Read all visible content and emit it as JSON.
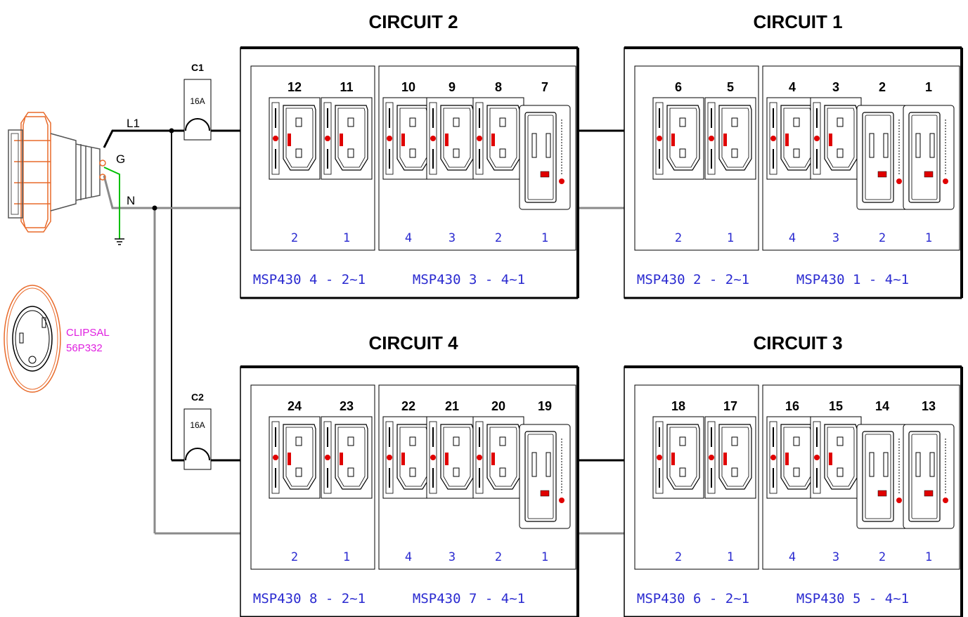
{
  "circuits": [
    {
      "title": "CIRCUIT 2",
      "groups": [
        {
          "label": "MSP430 4 - 2~1",
          "outlets": [
            {
              "num": "12",
              "port": "2",
              "type": "C13"
            },
            {
              "num": "11",
              "port": "1",
              "type": "C13"
            }
          ]
        },
        {
          "label": "MSP430 3 - 4~1",
          "outlets": [
            {
              "num": "10",
              "port": "4",
              "type": "C13"
            },
            {
              "num": "9",
              "port": "3",
              "type": "C13"
            },
            {
              "num": "8",
              "port": "2",
              "type": "C13"
            },
            {
              "num": "7",
              "port": "1",
              "type": "C19"
            }
          ]
        }
      ]
    },
    {
      "title": "CIRCUIT 1",
      "groups": [
        {
          "label": "MSP430 2 - 2~1",
          "outlets": [
            {
              "num": "6",
              "port": "2",
              "type": "C13"
            },
            {
              "num": "5",
              "port": "1",
              "type": "C13"
            }
          ]
        },
        {
          "label": "MSP430 1 - 4~1",
          "outlets": [
            {
              "num": "4",
              "port": "4",
              "type": "C13"
            },
            {
              "num": "3",
              "port": "3",
              "type": "C13"
            },
            {
              "num": "2",
              "port": "2",
              "type": "C19"
            },
            {
              "num": "1",
              "port": "1",
              "type": "C19"
            }
          ]
        }
      ]
    },
    {
      "title": "CIRCUIT 4",
      "groups": [
        {
          "label": "MSP430 8 - 2~1",
          "outlets": [
            {
              "num": "24",
              "port": "2",
              "type": "C13"
            },
            {
              "num": "23",
              "port": "1",
              "type": "C13"
            }
          ]
        },
        {
          "label": "MSP430 7 - 4~1",
          "outlets": [
            {
              "num": "22",
              "port": "4",
              "type": "C13"
            },
            {
              "num": "21",
              "port": "3",
              "type": "C13"
            },
            {
              "num": "20",
              "port": "2",
              "type": "C13"
            },
            {
              "num": "19",
              "port": "1",
              "type": "C19"
            }
          ]
        }
      ]
    },
    {
      "title": "CIRCUIT 3",
      "groups": [
        {
          "label": "MSP430 6 - 2~1",
          "outlets": [
            {
              "num": "18",
              "port": "2",
              "type": "C13"
            },
            {
              "num": "17",
              "port": "1",
              "type": "C13"
            }
          ]
        },
        {
          "label": "MSP430 5 - 4~1",
          "outlets": [
            {
              "num": "16",
              "port": "4",
              "type": "C13"
            },
            {
              "num": "15",
              "port": "3",
              "type": "C13"
            },
            {
              "num": "14",
              "port": "2",
              "type": "C19"
            },
            {
              "num": "13",
              "port": "1",
              "type": "C19"
            }
          ]
        }
      ]
    }
  ],
  "breakers": [
    {
      "label": "C1",
      "rating": "16A"
    },
    {
      "label": "C2",
      "rating": "16A"
    }
  ],
  "wires": {
    "line": "L1",
    "ground": "G",
    "neutral": "N"
  },
  "plug": {
    "brand": "CLIPSAL",
    "model": "56P332"
  },
  "colors": {
    "line_wire": "#000000",
    "neutral_wire": "#8a8a8a",
    "ground_wire": "#00c000",
    "plug_orange": "#e86a2a",
    "label_blue": "#2a2ad0",
    "indicator_red": "#e00000",
    "plug_text": "#e020e0"
  }
}
